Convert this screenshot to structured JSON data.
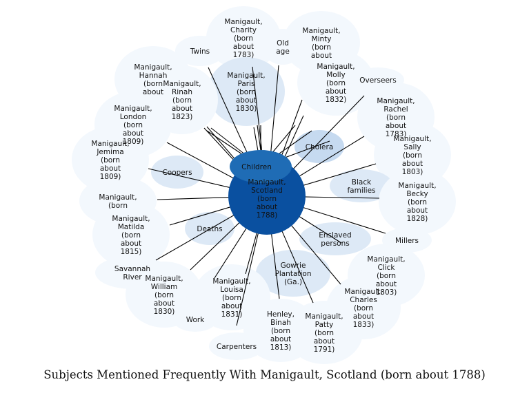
{
  "caption": "Subjects Mentioned Frequently With Manigault, Scotland (born about 1788)",
  "colors": {
    "center": "#0a50a0",
    "children": "#1f6cb5",
    "medium": "#c6daf0",
    "light": "#dde9f6",
    "faint": "#f3f8fd",
    "edge": "#000000"
  },
  "center": {
    "lines": [
      "Manigault,",
      "Scotland",
      "(born",
      "about",
      "1788)"
    ]
  },
  "children": {
    "lines": [
      "Children"
    ]
  },
  "nodes": [
    {
      "id": "twins",
      "lines": [
        "Twins"
      ]
    },
    {
      "id": "charity",
      "lines": [
        "Manigault,",
        "Charity",
        "(born",
        "about",
        "1783)"
      ]
    },
    {
      "id": "old-age",
      "lines": [
        "Old",
        "age"
      ]
    },
    {
      "id": "minty",
      "lines": [
        "Manigault,",
        "Minty",
        "(born",
        "about"
      ]
    },
    {
      "id": "hannah",
      "lines": [
        "Manigault,",
        "Hannah",
        "(born",
        "about"
      ]
    },
    {
      "id": "paris",
      "lines": [
        "Manigault,",
        "Paris",
        "(born",
        "about",
        "1830)"
      ]
    },
    {
      "id": "molly",
      "lines": [
        "Manigault,",
        "Molly",
        "(born",
        "about",
        "1832)"
      ]
    },
    {
      "id": "overseers",
      "lines": [
        "Overseers"
      ]
    },
    {
      "id": "rinah",
      "lines": [
        "Manigault,",
        "Rinah",
        "(born",
        "about",
        "1823)"
      ]
    },
    {
      "id": "rachel",
      "lines": [
        "Manigault,",
        "Rachel",
        "(born",
        "about",
        "1783)"
      ]
    },
    {
      "id": "london",
      "lines": [
        "Manigault,",
        "London",
        "(born",
        "about",
        "1809)"
      ]
    },
    {
      "id": "cholera",
      "lines": [
        "Cholera"
      ]
    },
    {
      "id": "sally",
      "lines": [
        "Manigault,",
        "Sally",
        "(born",
        "about",
        "1803)"
      ]
    },
    {
      "id": "jemima",
      "lines": [
        "Manigault,",
        "Jemima",
        "(born",
        "about",
        "1809)"
      ]
    },
    {
      "id": "coopers",
      "lines": [
        "Coopers"
      ]
    },
    {
      "id": "black-families",
      "lines": [
        "Black",
        "families"
      ]
    },
    {
      "id": "becky",
      "lines": [
        "Manigault,",
        "Becky",
        "(born",
        "about",
        "1828)"
      ]
    },
    {
      "id": "unnamed-left",
      "lines": [
        "Manigault,",
        "(born"
      ]
    },
    {
      "id": "matilda",
      "lines": [
        "Manigault,",
        "Matilda",
        "(born",
        "about",
        "1815)"
      ]
    },
    {
      "id": "deaths",
      "lines": [
        "Deaths"
      ]
    },
    {
      "id": "enslaved",
      "lines": [
        "Enslaved",
        "persons"
      ]
    },
    {
      "id": "millers",
      "lines": [
        "Millers"
      ]
    },
    {
      "id": "savannah",
      "lines": [
        "Savannah",
        "River"
      ]
    },
    {
      "id": "click",
      "lines": [
        "Manigault,",
        "Click",
        "(born",
        "about",
        "1803)"
      ]
    },
    {
      "id": "gowrie",
      "lines": [
        "Gowrie",
        "Plantation",
        "(Ga.)"
      ]
    },
    {
      "id": "william",
      "lines": [
        "Manigault,",
        "William",
        "(born",
        "about",
        "1830)"
      ]
    },
    {
      "id": "louisa",
      "lines": [
        "Manigault,",
        "Louisa",
        "(born",
        "about",
        "1831)"
      ]
    },
    {
      "id": "charles",
      "lines": [
        "Manigault,",
        "Charles",
        "(born",
        "about",
        "1833)"
      ]
    },
    {
      "id": "work",
      "lines": [
        "Work"
      ]
    },
    {
      "id": "henley",
      "lines": [
        "Henley,",
        "Binah",
        "(born",
        "about",
        "1813)"
      ]
    },
    {
      "id": "patty",
      "lines": [
        "Manigault,",
        "Patty",
        "(born",
        "about",
        "1791)"
      ]
    },
    {
      "id": "carpenters",
      "lines": [
        "Carpenters"
      ]
    }
  ]
}
